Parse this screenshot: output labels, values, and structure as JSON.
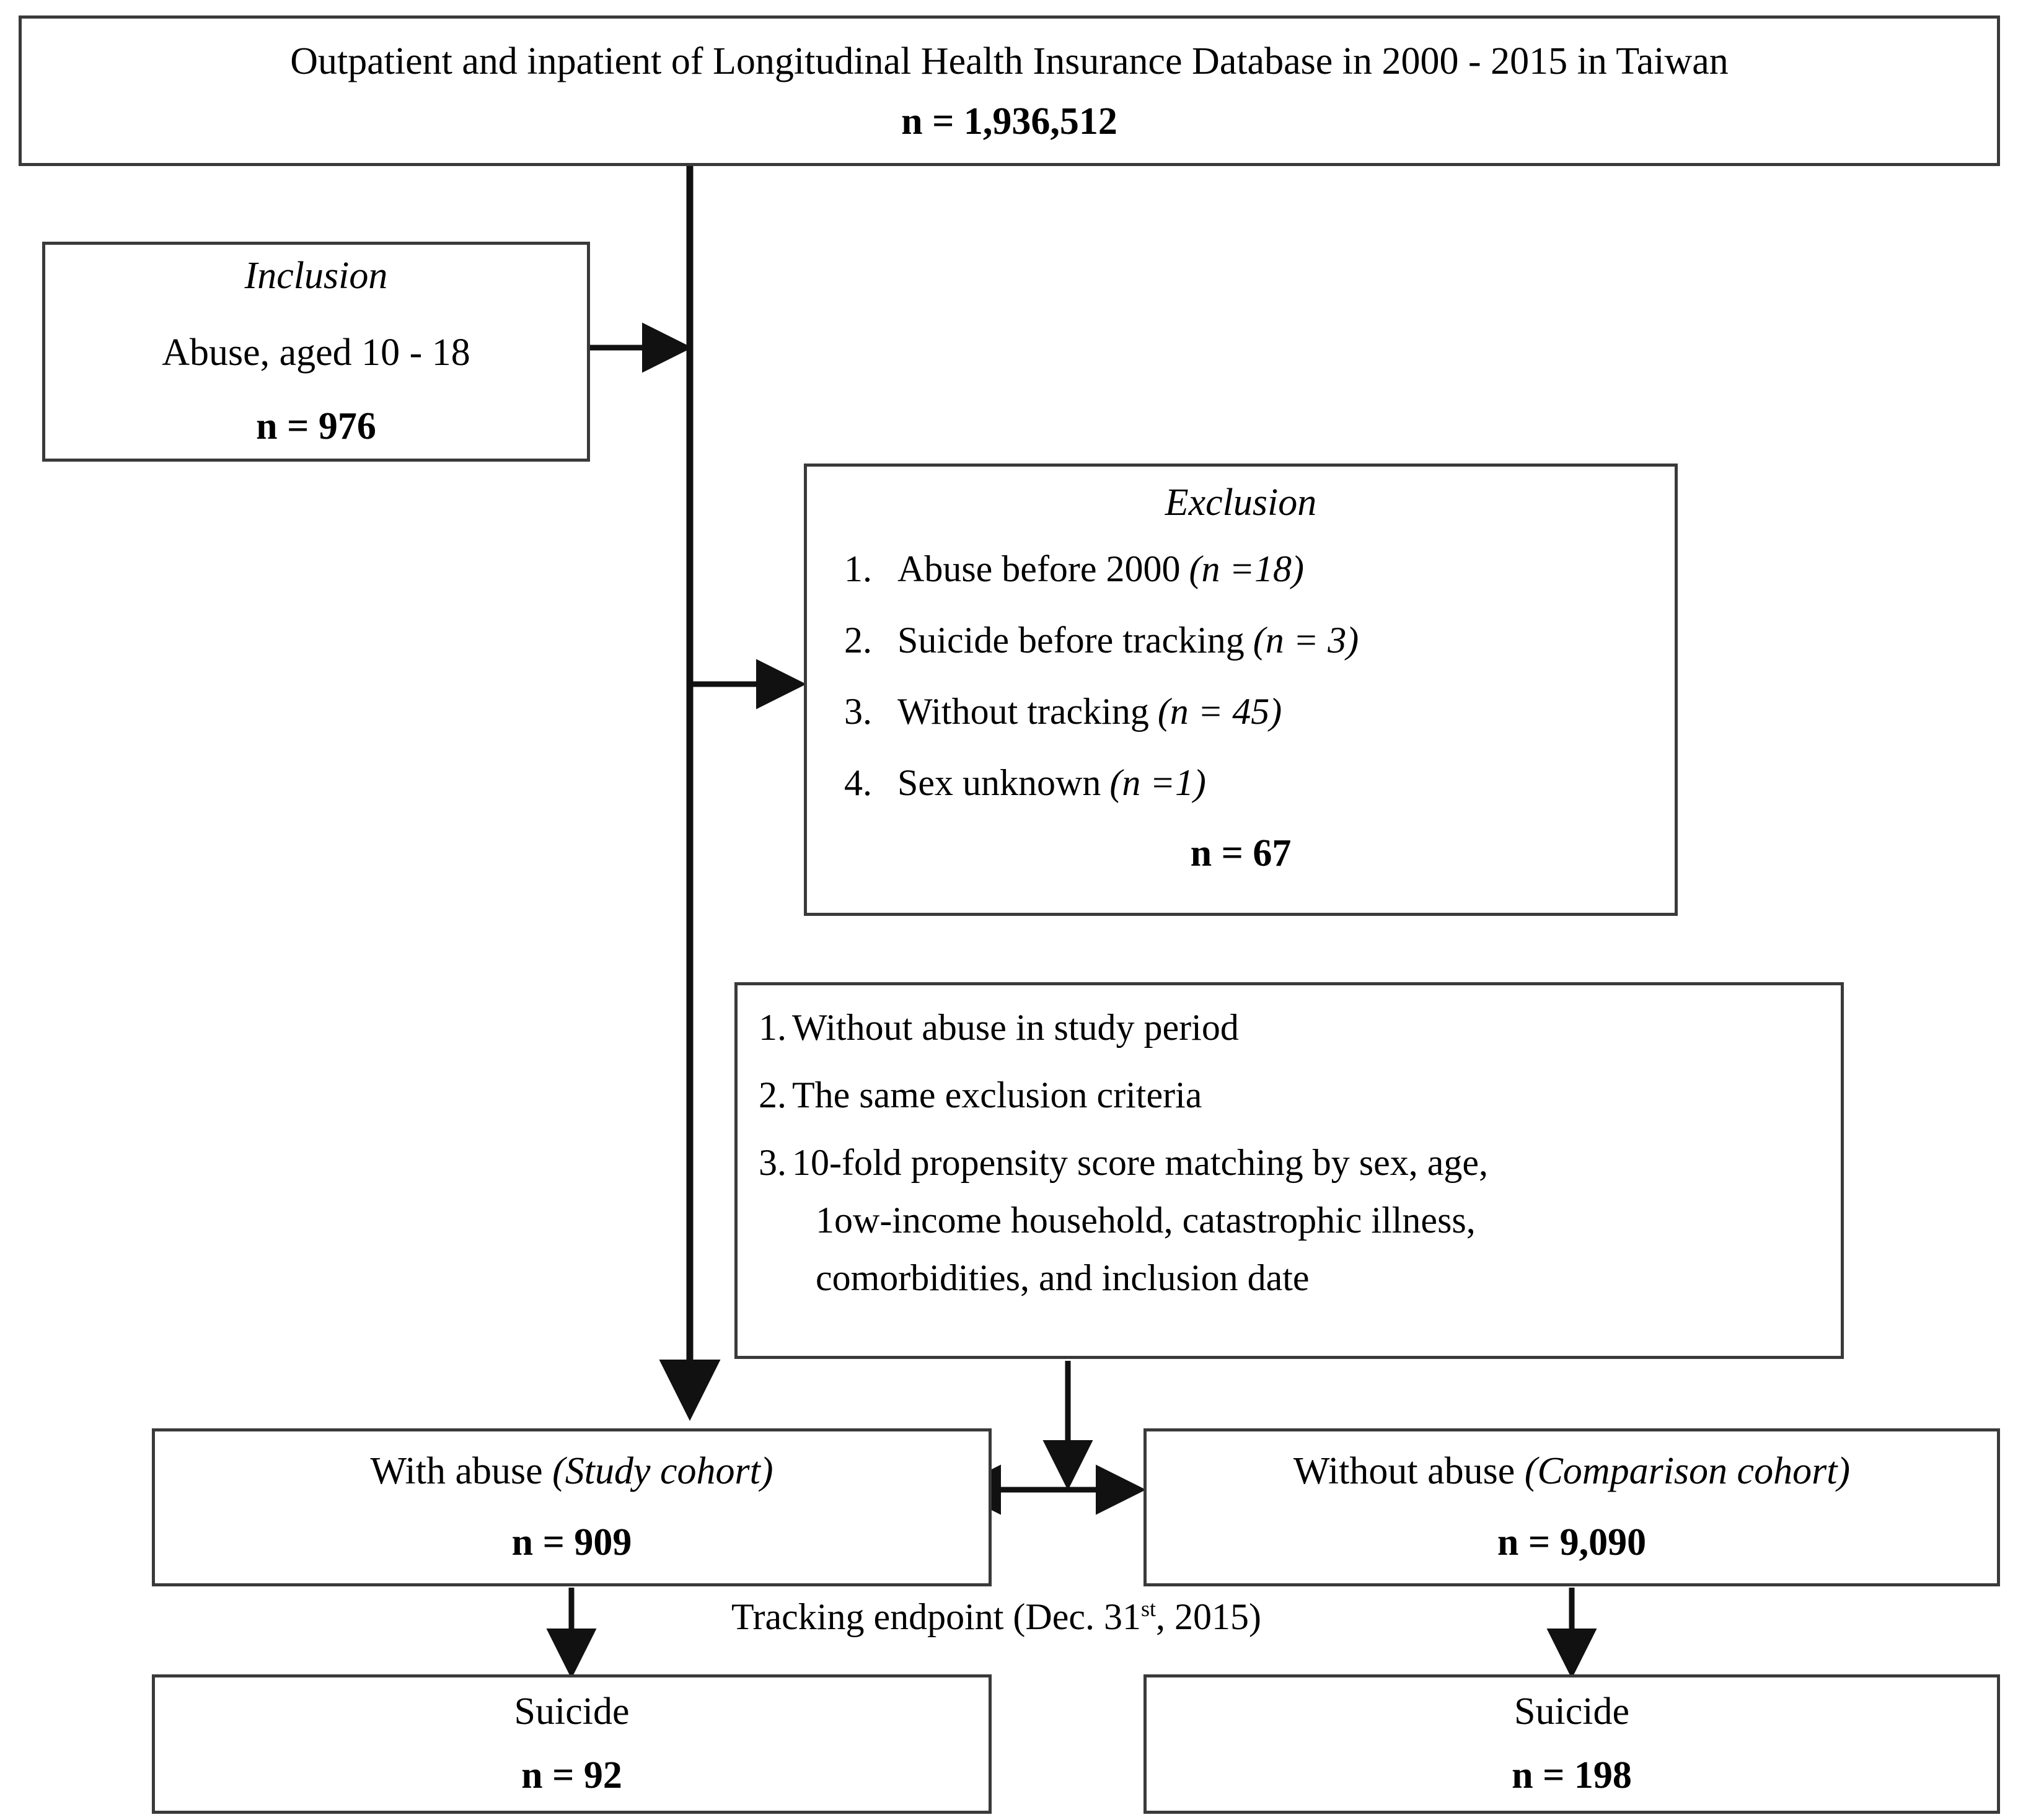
{
  "figure": {
    "type": "flowchart",
    "subject": "Study cohort selection flow diagram (CONSORT-style)"
  },
  "top_box": {
    "title": "Outpatient and inpatient of Longitudinal Health Insurance Database in 2000 - 2015 in Taiwan",
    "n_label": "n = 1,936,512"
  },
  "inclusion_box": {
    "heading": "Inclusion",
    "criteria": "Abuse, aged 10 - 18",
    "n_label": "n = 976"
  },
  "exclusion_box": {
    "heading": "Exclusion",
    "items": [
      {
        "num": "1.",
        "text": "Abuse before 2000",
        "count": "(n =18)"
      },
      {
        "num": "2.",
        "text": "Suicide before tracking",
        "count": "(n = 3)"
      },
      {
        "num": "3.",
        "text": "Without tracking",
        "count": "(n = 45)"
      },
      {
        "num": "4.",
        "text": "Sex unknown",
        "count": "(n =1)"
      }
    ],
    "n_label": "n = 67"
  },
  "matching_box": {
    "items": [
      {
        "num": "1.",
        "lines": [
          "Without abuse in study period"
        ]
      },
      {
        "num": "2.",
        "lines": [
          "The same exclusion criteria"
        ]
      },
      {
        "num": "3.",
        "lines": [
          "10-fold propensity score matching by sex, age,",
          "1ow-income household, catastrophic illness,",
          "comorbidities, and inclusion date"
        ]
      }
    ]
  },
  "study_cohort_box": {
    "label_plain": "With abuse ",
    "label_italic": "(Study cohort)",
    "n_label": "n = 909"
  },
  "comparison_cohort_box": {
    "label_plain": "Without abuse ",
    "label_italic": "(Comparison cohort)",
    "n_label": "n = 9,090"
  },
  "tracking_endpoint": {
    "prefix": "Tracking endpoint (Dec. 31",
    "superscript": "st",
    "suffix": ", 2015)"
  },
  "study_suicide_box": {
    "label": "Suicide",
    "n_label": "n = 92"
  },
  "comparison_suicide_box": {
    "label": "Suicide",
    "n_label": "n = 198"
  },
  "style": {
    "border_color": "#3a3a3a",
    "text_color": "#000000",
    "background": "#ffffff"
  }
}
